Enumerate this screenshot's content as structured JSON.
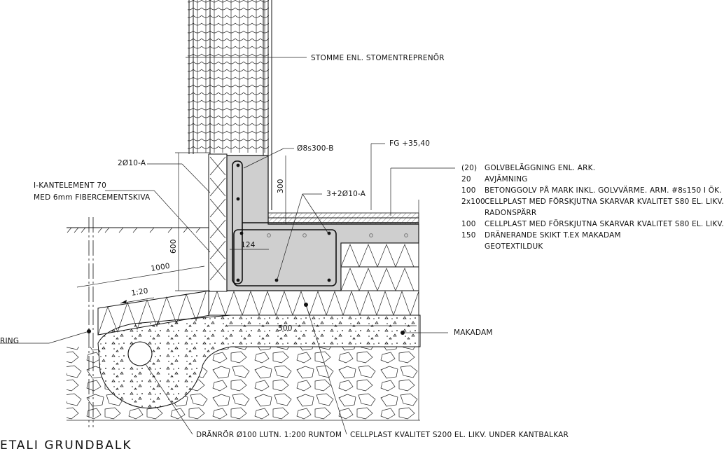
{
  "labels": {
    "stomme": "STOMME ENL. STOMENTREPRENÖR",
    "rebar_stirrup": "Ø8s300-B",
    "fg": "FG +35,40",
    "rebar_top": "2Ø10-A",
    "rebar_bottom": "3+2Ø10-A",
    "kantelement_1": "I-KANTELEMENT 70",
    "kantelement_2": "MED 6mm FIBERCEMENTSKIVA",
    "makadam": "MAKADAM",
    "dranring": "RING",
    "dranror": "DRÄNRÖR Ø100 LUTN. 1:200 RUNTOM",
    "cellplast_kant": "CELLPLAST KVALITET S200 EL. LIKV. UNDER KANTBALKAR",
    "title": "ETALJ GRUNDBALK"
  },
  "dimensions": {
    "d300": "300",
    "d600": "600",
    "d124": "124",
    "d1000": "1000",
    "d500": "500",
    "slope": "1:20"
  },
  "layers": [
    {
      "thickness": "(20)",
      "desc": "GOLVBELÄGGNING ENL. ARK."
    },
    {
      "thickness": "20",
      "desc": "AVJÄMNING"
    },
    {
      "thickness": "100",
      "desc": "BETONGGOLV PÅ MARK INKL. GOLVVÄRME. ARM. #8s150 I ÖK."
    },
    {
      "thickness": "2x100",
      "desc": "CELLPLAST MED FÖRSKJUTNA SKARVAR KVALITET S80 EL. LIKV."
    },
    {
      "thickness": "",
      "desc": "RADONSPÄRR"
    },
    {
      "thickness": "100",
      "desc": "CELLPLAST MED FÖRSKJUTNA SKARVAR KVALITET S80 EL. LIKV."
    },
    {
      "thickness": "150",
      "desc": "DRÄNERANDE SKIKT T.EX MAKADAM"
    },
    {
      "thickness": "",
      "desc": "GEOTEXTILDUK"
    }
  ]
}
